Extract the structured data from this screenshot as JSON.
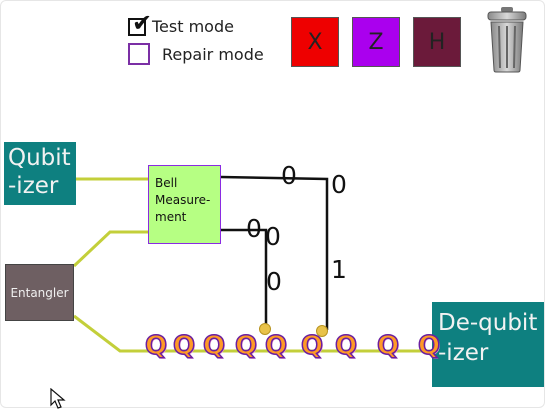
{
  "modes": {
    "test_mode": {
      "label": "Test mode",
      "checked": true
    },
    "repair_mode": {
      "label": "Repair mode",
      "checked": false
    }
  },
  "gates": [
    {
      "label": "X",
      "color": "#ee0000"
    },
    {
      "label": "Z",
      "color": "#aa00ee"
    },
    {
      "label": "H",
      "color": "#6b1a3a"
    }
  ],
  "blocks": {
    "qubitizer": "Qubit\n-izer",
    "entangler": "Entangler",
    "bell_measurement": "Bell\nMeasure-\nment",
    "dequbitizer": "De-qubit\n-izer"
  },
  "wire_labels": {
    "top_left": "0",
    "top_right": "0",
    "mid_a": "0",
    "mid_b": "0",
    "left_vertical": "0",
    "right_vertical": "1"
  },
  "qubits": [
    "Q",
    "Q",
    "Q",
    "Q",
    "Q",
    "Q",
    "Q",
    "Q",
    "Q"
  ],
  "colors": {
    "wire_yellow": "#c3cf3a",
    "qubitizer_bg": "#0e8080",
    "bell_bg": "#b6ff83",
    "entangler_bg": "#6e5f62"
  },
  "icons": {
    "trash": "trash-can-icon",
    "cursor": "mouse-pointer-icon",
    "check": "checkmark-icon"
  }
}
